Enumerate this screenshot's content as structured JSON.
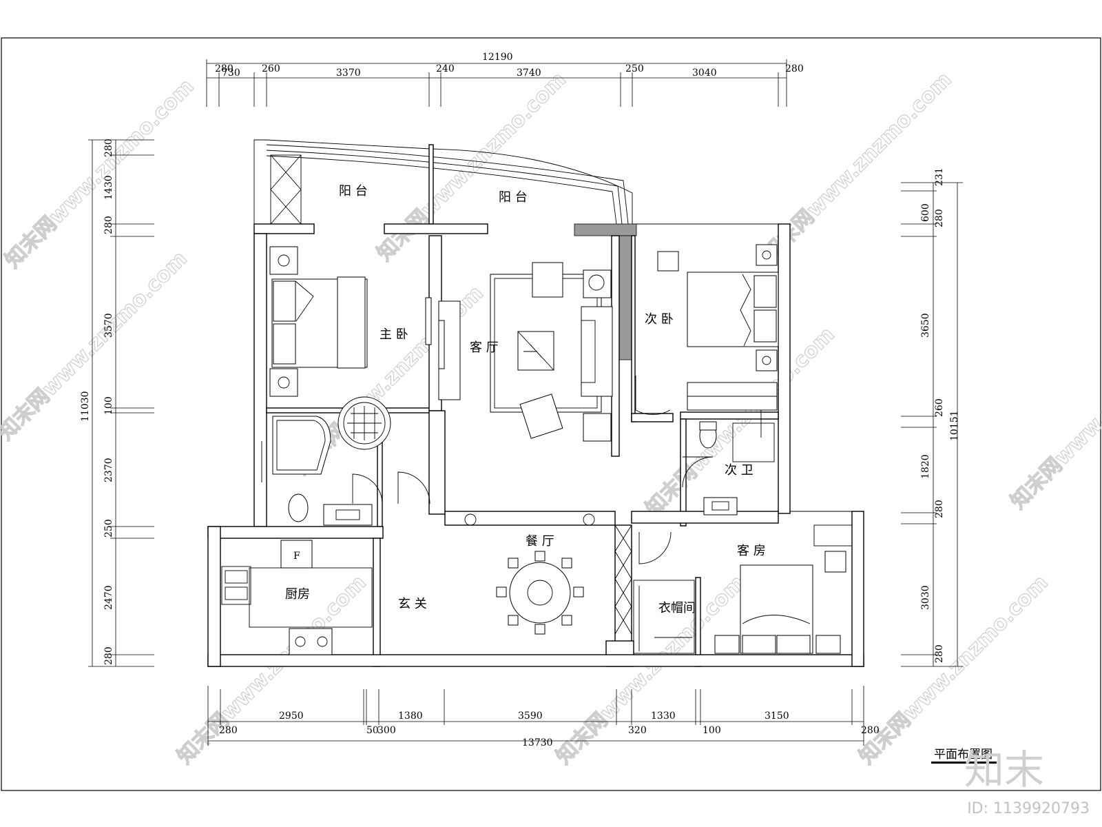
{
  "title": "平面布置图",
  "brand": "知末",
  "image_id": "ID: 1139920793",
  "watermark": "知末网www.znzmo.com",
  "rooms": {
    "balcony_1": "阳 台",
    "balcony_2": "阳 台",
    "master_bedroom": "主 卧",
    "living_room": "客 厅",
    "second_bedroom": "次 卧",
    "second_bath": "次 卫",
    "dining_room": "餐 厅",
    "kitchen": "厨房",
    "foyer": "玄 关",
    "cloakroom": "衣帽间",
    "guest_room": "客 房",
    "fridge": "F"
  },
  "dimensions": {
    "top": {
      "total": "12190",
      "segments": [
        "280",
        "730",
        "260",
        "3370",
        "240",
        "3740",
        "250",
        "3040",
        "280"
      ]
    },
    "bottom": {
      "total": "13730",
      "upper": [
        "2950",
        "1380",
        "3590",
        "1330",
        "3150"
      ],
      "lower": [
        "280",
        "50",
        "300",
        "320",
        "100",
        "280"
      ]
    },
    "left": {
      "total": "11030",
      "segments": [
        "280",
        "1430",
        "280",
        "3570",
        "100",
        "2370",
        "250",
        "2470",
        "280"
      ]
    },
    "right": {
      "total": "10151",
      "segments": [
        "231",
        "600",
        "280",
        "3650",
        "260",
        "1820",
        "280",
        "3030",
        "280"
      ]
    }
  }
}
